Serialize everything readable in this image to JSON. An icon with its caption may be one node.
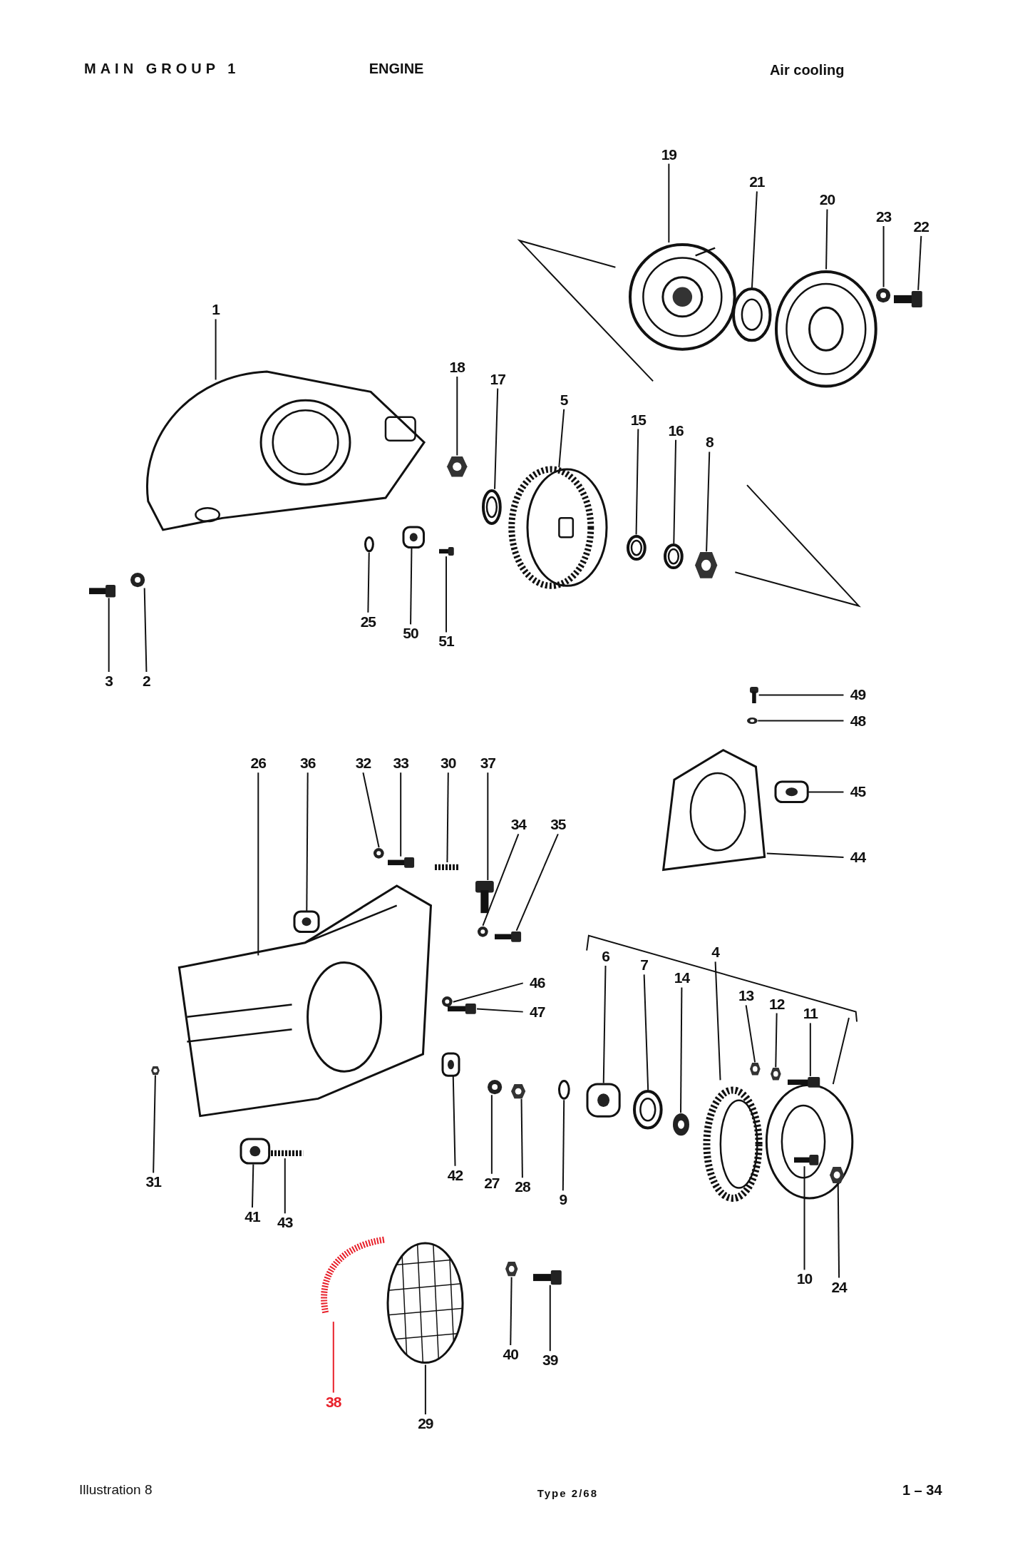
{
  "diagram": {
    "nodes": [
      {
        "text": [
          "19"
        ]
      },
      {
        "text": [],
        "shape": "picture"
      },
      {
        "text": [
          "21"
        ]
      },
      {
        "text": [],
        "shape": "picture"
      },
      {
        "text": [
          "20"
        ]
      },
      {
        "text": [],
        "shape": "picture"
      },
      {
        "text": [
          "23"
        ]
      },
      {
        "text": [],
        "shape": "picture"
      },
      {
        "text": [
          "22"
        ]
      },
      {
        "text": [],
        "shape": "picture"
      },
      {
        "text": [
          "1"
        ]
      },
      {
        "text": [],
        "shape": "picture"
      },
      {
        "text": [
          "18"
        ]
      },
      {
        "text": [],
        "shape": "picture"
      },
      {
        "text": [
          "17"
        ]
      },
      {
        "text": [],
        "shape": "picture"
      },
      {
        "text": [
          "5"
        ]
      },
      {
        "text": [],
        "shape": "picture"
      },
      {
        "text": [
          "15"
        ]
      },
      {
        "text": [],
        "shape": "picture"
      },
      {
        "text": [
          "16"
        ]
      },
      {
        "text": [],
        "shape": "picture"
      },
      {
        "text": [
          "8"
        ]
      },
      {
        "text": [],
        "shape": "picture"
      },
      {
        "text": [
          "25"
        ]
      },
      {
        "text": [],
        "shape": "circle"
      },
      {
        "text": [
          "50"
        ]
      },
      {
        "text": [],
        "shape": "picture"
      },
      {
        "text": [
          "51"
        ]
      },
      {
        "text": [],
        "shape": "picture"
      },
      {
        "text": [
          "3"
        ]
      },
      {
        "text": [],
        "shape": "picture"
      },
      {
        "text": [
          "2"
        ]
      },
      {
        "text": [],
        "shape": "picture"
      },
      {
        "text": [
          "49"
        ]
      },
      {
        "text": [],
        "shape": "picture"
      },
      {
        "text": [
          "48"
        ]
      },
      {
        "text": [],
        "shape": "picture"
      },
      {
        "text": [
          "26"
        ]
      },
      {
        "text": [],
        "shape": "picture"
      },
      {
        "text": [
          "36"
        ]
      },
      {
        "text": [],
        "shape": "picture"
      },
      {
        "text": [
          "32"
        ]
      },
      {
        "text": [],
        "shape": "picture"
      },
      {
        "text": [
          "33"
        ]
      },
      {
        "text": [],
        "shape": "picture"
      },
      {
        "text": [
          "30"
        ]
      },
      {
        "text": [],
        "shape": "picture"
      },
      {
        "text": [
          "37"
        ]
      },
      {
        "text": [],
        "shape": "picture"
      },
      {
        "text": [
          "45"
        ]
      },
      {
        "text": [],
        "shape": "picture"
      },
      {
        "text": [
          "34"
        ]
      },
      {
        "text": [],
        "shape": "picture"
      },
      {
        "text": [
          "35"
        ]
      },
      {
        "text": [],
        "shape": "picture"
      },
      {
        "text": [
          "44"
        ]
      },
      {
        "text": [],
        "shape": "picture"
      },
      {
        "text": [
          "4"
        ]
      },
      {
        "text": [],
        "shape": "picture"
      },
      {
        "text": [
          "6"
        ]
      },
      {
        "text": [],
        "shape": "picture"
      },
      {
        "text": [
          "7"
        ]
      },
      {
        "text": [],
        "shape": "picture"
      },
      {
        "text": [
          "14"
        ]
      },
      {
        "text": [],
        "shape": "picture"
      },
      {
        "text": [
          "46"
        ]
      },
      {
        "text": [],
        "shape": "picture"
      },
      {
        "text": [
          "13"
        ]
      },
      {
        "text": [],
        "shape": "picture"
      },
      {
        "text": [
          "12"
        ]
      },
      {
        "text": [],
        "shape": "picture"
      },
      {
        "text": [
          "11"
        ]
      },
      {
        "text": [],
        "shape": "picture"
      },
      {
        "text": [
          "47"
        ]
      },
      {
        "text": [],
        "shape": "picture"
      },
      {
        "text": [
          "31"
        ]
      },
      {
        "text": [],
        "shape": "picture"
      },
      {
        "text": [
          "42"
        ]
      },
      {
        "text": [],
        "shape": "picture"
      },
      {
        "text": [
          "27"
        ]
      },
      {
        "text": [],
        "shape": "picture"
      },
      {
        "text": [
          "28"
        ]
      },
      {
        "text": [],
        "shape": "picture"
      },
      {
        "text": [
          "9"
        ]
      },
      {
        "text": [],
        "shape": "circle"
      },
      {
        "text": [
          "41"
        ]
      },
      {
        "text": [],
        "shape": "picture"
      },
      {
        "text": [
          "43"
        ]
      },
      {
        "text": [],
        "shape": "picture"
      },
      {
        "text": [
          "10"
        ]
      },
      {
        "text": [],
        "shape": "picture",
        "in": 59
      },
      {
        "text": [
          "24"
        ]
      },
      {
        "text": [],
        "shape": "picture",
        "in": 59
      },
      {
        "text": [
          "38"
        ]
      },
      {
        "text": [],
        "shape": "picture"
      },
      {
        "text": [
          "29"
        ]
      },
      {
        "text": [],
        "shape": "picture"
      },
      {
        "text": [
          "40"
        ]
      },
      {
        "text": [],
        "shape": "picture"
      },
      {
        "text": [
          "39"
        ]
      },
      {
        "text": [],
        "shape": "picture"
      }
    ],
    "edges": [
      {
        "from": 0,
        "to": 1,
        "arrow": "none"
      },
      {
        "from": 2,
        "to": 3,
        "arrow": "none"
      },
      {
        "from": 4,
        "to": 5,
        "arrow": "none"
      },
      {
        "from": 6,
        "to": 7,
        "arrow": "none"
      },
      {
        "from": 8,
        "to": 9,
        "arrow": "none"
      },
      {
        "from": 10,
        "to": 11,
        "arrow": "none"
      },
      {
        "from": 12,
        "to": 13,
        "arrow": "none"
      },
      {
        "from": 14,
        "to": 15,
        "arrow": "none"
      },
      {
        "from": 16,
        "to": 17,
        "arrow": "none"
      },
      {
        "from": 18,
        "to": 19,
        "arrow": "none"
      },
      {
        "from": 20,
        "to": 21,
        "arrow": "none"
      },
      {
        "from": 22,
        "to": 23,
        "arrow": "none"
      },
      {
        "from": 24,
        "to": 25,
        "arrow": "none"
      },
      {
        "from": 26,
        "to": 27,
        "arrow": "none"
      },
      {
        "from": 28,
        "to": 29,
        "arrow": "none"
      },
      {
        "from": 30,
        "to": 31,
        "arrow": "none"
      },
      {
        "from": 32,
        "to": 33,
        "arrow": "none"
      },
      {
        "from": 34,
        "to": 35,
        "arrow": "none"
      },
      {
        "from": 36,
        "to": 37,
        "arrow": "none"
      },
      {
        "from": 38,
        "to": 39,
        "arrow": "none"
      },
      {
        "from": 40,
        "to": 41,
        "arrow": "none"
      },
      {
        "from": 42,
        "to": 43,
        "arrow": "none"
      },
      {
        "from": 44,
        "to": 45,
        "arrow": "none"
      },
      {
        "from": 46,
        "to": 47,
        "arrow": "none"
      },
      {
        "from": 48,
        "to": 49,
        "arrow": "none"
      },
      {
        "from": 50,
        "to": 51,
        "arrow": "none"
      },
      {
        "from": 52,
        "to": 53,
        "arrow": "none"
      },
      {
        "from": 54,
        "to": 55,
        "arrow": "none"
      },
      {
        "from": 56,
        "to": 57,
        "arrow": "none"
      },
      {
        "from": 58,
        "to": 59,
        "arrow": "none"
      },
      {
        "from": 60,
        "to": 61,
        "arrow": "none"
      },
      {
        "from": 62,
        "to": 63,
        "arrow": "none"
      },
      {
        "from": 64,
        "to": 65,
        "arrow": "none"
      },
      {
        "from": 66,
        "to": 67,
        "arrow": "none"
      },
      {
        "from": 68,
        "to": 69,
        "arrow": "none"
      },
      {
        "from": 70,
        "to": 71,
        "arrow": "none"
      },
      {
        "from": 72,
        "to": 73,
        "arrow": "none"
      },
      {
        "from": 74,
        "to": 75,
        "arrow": "none"
      },
      {
        "from": 76,
        "to": 77,
        "arrow": "none"
      },
      {
        "from": 78,
        "to": 79,
        "arrow": "none"
      },
      {
        "from": 80,
        "to": 81,
        "arrow": "none"
      },
      {
        "from": 82,
        "to": 83,
        "arrow": "none"
      },
      {
        "from": 84,
        "to": 85,
        "arrow": "none"
      },
      {
        "from": 86,
        "to": 87,
        "arrow": "none"
      },
      {
        "from": 88,
        "to": 89,
        "arrow": "none"
      },
      {
        "from": 90,
        "to": 91,
        "arrow": "none"
      },
      {
        "from": 92,
        "to": 93,
        "arrow": "none"
      },
      {
        "from": 94,
        "to": 95,
        "arrow": "none",
        "color": "#e8202a"
      },
      {
        "from": 96,
        "to": 97,
        "arrow": "none"
      },
      {
        "from": 98,
        "to": 99,
        "arrow": "none"
      },
      {
        "from": 100,
        "to": 101,
        "arrow": "none"
      }
    ],
    "labels": [
      "MAIN GROUP 1",
      "ENGINE",
      "Air cooling",
      "Illustration 8",
      "Type 2/68",
      "1 – 34"
    ]
  }
}
